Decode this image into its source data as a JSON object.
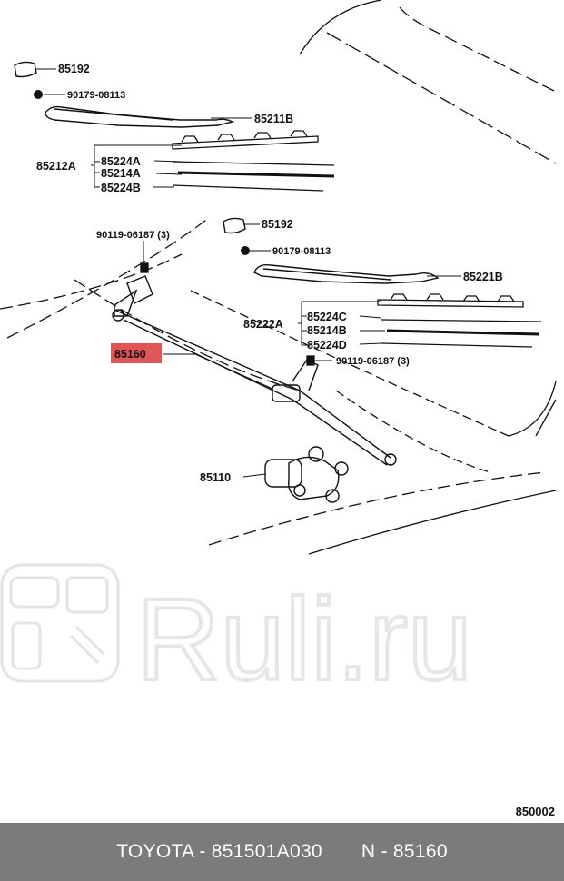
{
  "labels": {
    "cap_top": "85192",
    "nut_top": "90179-08113",
    "arm_left": "85211B",
    "blade_group_left": "85212A",
    "blade_left_a": "85224A",
    "blade_left_b": "85214A",
    "blade_left_c": "85224B",
    "bolt_left": "90119-06187 (3)",
    "cap_right": "85192",
    "nut_right": "90179-08113",
    "arm_right": "85221B",
    "blade_group_right": "85222A",
    "blade_right_a": "85224C",
    "blade_right_b": "85214B",
    "blade_right_c": "85224D",
    "bolt_right": "90119-06187 (3)",
    "linkage": "85160",
    "motor": "85110"
  },
  "diagram_code": "850002",
  "watermark": "Ruli.ru",
  "footer": {
    "brand_part": "TOYOTA - 851501A030",
    "number": "N - 85160"
  },
  "colors": {
    "highlight": "#e05555",
    "footer_bg": "#7b7b7b",
    "watermark": "#e4e4e4"
  }
}
